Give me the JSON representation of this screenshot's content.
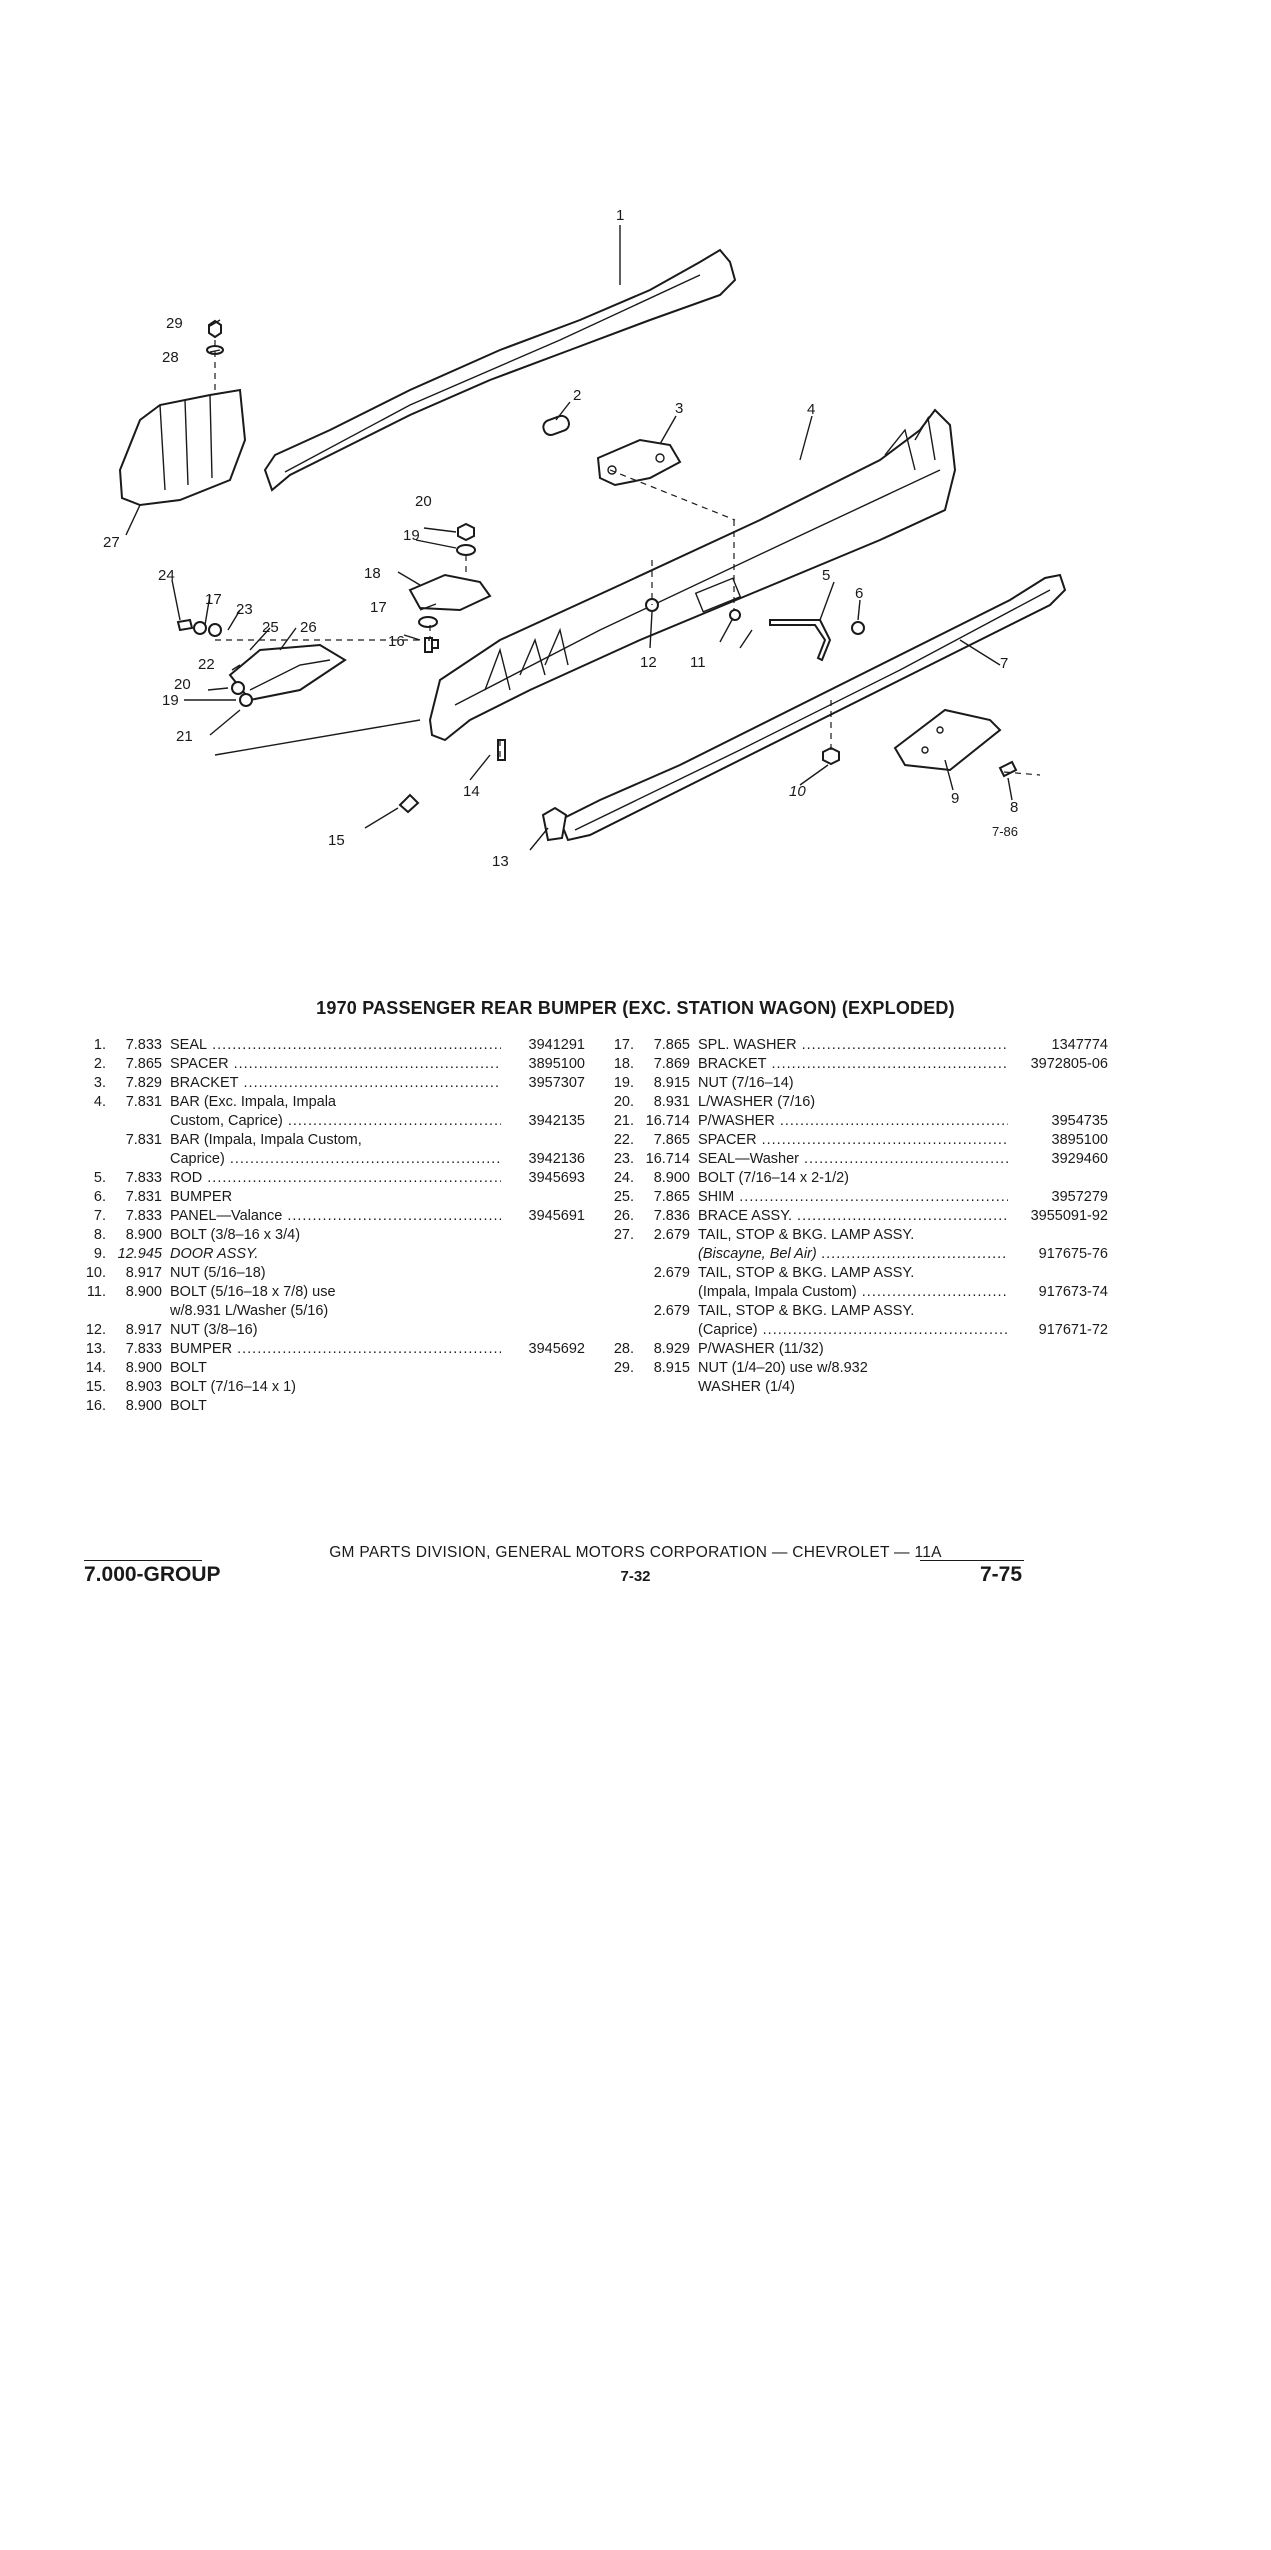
{
  "diagram": {
    "callouts": [
      "1",
      "2",
      "3",
      "4",
      "5",
      "6",
      "7",
      "8",
      "9",
      "10",
      "11",
      "12",
      "13",
      "14",
      "15",
      "16",
      "17",
      "18",
      "19",
      "20",
      "21",
      "22",
      "23",
      "24",
      "25",
      "26",
      "27",
      "28",
      "29",
      "20",
      "19",
      "17"
    ],
    "figure_ref": "7-86"
  },
  "title": "1970 PASSENGER REAR BUMPER (EXC. STATION WAGON) (EXPLODED)",
  "parts_left": [
    {
      "num": "1.",
      "group": "7.833",
      "desc": "SEAL",
      "dots": true,
      "pn": "3941291"
    },
    {
      "num": "2.",
      "group": "7.865",
      "desc": "SPACER",
      "dots": true,
      "pn": "3895100"
    },
    {
      "num": "3.",
      "group": "7.829",
      "desc": "BRACKET",
      "dots": true,
      "pn": "3957307"
    },
    {
      "num": "4.",
      "group": "7.831",
      "desc": "BAR (Exc. Impala, Impala",
      "dots": false,
      "pn": ""
    },
    {
      "num": "",
      "group": "",
      "desc": "Custom, Caprice)",
      "dots": true,
      "pn": "3942135"
    },
    {
      "num": "",
      "group": "7.831",
      "desc": "BAR (Impala, Impala Custom,",
      "dots": false,
      "pn": ""
    },
    {
      "num": "",
      "group": "",
      "desc": "Caprice)",
      "dots": true,
      "pn": "3942136"
    },
    {
      "num": "5.",
      "group": "7.833",
      "desc": "ROD",
      "dots": true,
      "pn": "3945693"
    },
    {
      "num": "6.",
      "group": "7.831",
      "desc": "BUMPER",
      "dots": false,
      "pn": ""
    },
    {
      "num": "7.",
      "group": "7.833",
      "desc": "PANEL—Valance",
      "dots": true,
      "pn": "3945691"
    },
    {
      "num": "8.",
      "group": "8.900",
      "desc": "BOLT (3/8–16 x 3/4)",
      "dots": false,
      "pn": ""
    },
    {
      "num": "9.",
      "group": "12.945",
      "desc": "DOOR ASSY.",
      "dots": false,
      "pn": "",
      "italic": true
    },
    {
      "num": "10.",
      "group": "8.917",
      "desc": "NUT (5/16–18)",
      "dots": false,
      "pn": ""
    },
    {
      "num": "11.",
      "group": "8.900",
      "desc": "BOLT (5/16–18 x 7/8) use",
      "dots": false,
      "pn": ""
    },
    {
      "num": "",
      "group": "",
      "desc": "w/8.931 L/Washer (5/16)",
      "dots": false,
      "pn": ""
    },
    {
      "num": "12.",
      "group": "8.917",
      "desc": "NUT (3/8–16)",
      "dots": false,
      "pn": ""
    },
    {
      "num": "13.",
      "group": "7.833",
      "desc": "BUMPER",
      "dots": true,
      "pn": "3945692"
    },
    {
      "num": "14.",
      "group": "8.900",
      "desc": "BOLT",
      "dots": false,
      "pn": ""
    },
    {
      "num": "15.",
      "group": "8.903",
      "desc": "BOLT (7/16–14 x 1)",
      "dots": false,
      "pn": ""
    },
    {
      "num": "16.",
      "group": "8.900",
      "desc": "BOLT",
      "dots": false,
      "pn": ""
    }
  ],
  "parts_right": [
    {
      "num": "17.",
      "group": "7.865",
      "desc": "SPL. WASHER",
      "dots": true,
      "pn": "1347774"
    },
    {
      "num": "18.",
      "group": "7.869",
      "desc": "BRACKET",
      "dots": true,
      "pn": "3972805-06"
    },
    {
      "num": "19.",
      "group": "8.915",
      "desc": "NUT (7/16–14)",
      "dots": false,
      "pn": ""
    },
    {
      "num": "20.",
      "group": "8.931",
      "desc": "L/WASHER (7/16)",
      "dots": false,
      "pn": ""
    },
    {
      "num": "21.",
      "group": "16.714",
      "desc": "P/WASHER",
      "dots": true,
      "pn": "3954735"
    },
    {
      "num": "22.",
      "group": "7.865",
      "desc": "SPACER",
      "dots": true,
      "pn": "3895100"
    },
    {
      "num": "23.",
      "group": "16.714",
      "desc": "SEAL—Washer",
      "dots": true,
      "pn": "3929460"
    },
    {
      "num": "24.",
      "group": "8.900",
      "desc": "BOLT (7/16–14 x 2-1/2)",
      "dots": false,
      "pn": ""
    },
    {
      "num": "25.",
      "group": "7.865",
      "desc": "SHIM",
      "dots": true,
      "pn": "3957279"
    },
    {
      "num": "26.",
      "group": "7.836",
      "desc": "BRACE ASSY.",
      "dots": true,
      "pn": "3955091-92"
    },
    {
      "num": "27.",
      "group": "2.679",
      "desc": "TAIL, STOP & BKG. LAMP ASSY.",
      "dots": false,
      "pn": ""
    },
    {
      "num": "",
      "group": "",
      "desc": "(Biscayne, Bel Air)",
      "dots": true,
      "pn": "917675-76",
      "italic": true
    },
    {
      "num": "",
      "group": "2.679",
      "desc": "TAIL, STOP & BKG. LAMP ASSY.",
      "dots": false,
      "pn": ""
    },
    {
      "num": "",
      "group": "",
      "desc": "(Impala, Impala Custom)",
      "dots": true,
      "pn": "917673-74"
    },
    {
      "num": "",
      "group": "2.679",
      "desc": "TAIL, STOP & BKG. LAMP ASSY.",
      "dots": false,
      "pn": ""
    },
    {
      "num": "",
      "group": "",
      "desc": "(Caprice)",
      "dots": true,
      "pn": "917671-72"
    },
    {
      "num": "28.",
      "group": "8.929",
      "desc": "P/WASHER (11/32)",
      "dots": false,
      "pn": ""
    },
    {
      "num": "29.",
      "group": "8.915",
      "desc": "NUT (1/4–20) use w/8.932",
      "dots": false,
      "pn": ""
    },
    {
      "num": "",
      "group": "",
      "desc": "WASHER (1/4)",
      "dots": false,
      "pn": ""
    }
  ],
  "footer": {
    "division": "GM PARTS DIVISION, GENERAL MOTORS CORPORATION — CHEVROLET — 11A",
    "group": "7.000-GROUP",
    "page_center": "7-32",
    "page_right": "7-75"
  }
}
